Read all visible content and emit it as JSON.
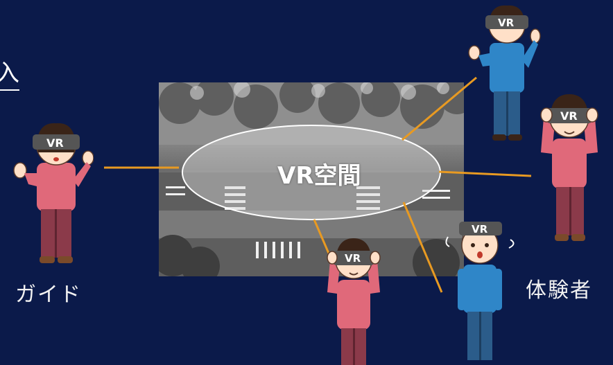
{
  "top_left_text": "入",
  "center": {
    "label": "VR空間"
  },
  "guide": {
    "label": "ガイド",
    "goggle_text": "VR"
  },
  "participants": {
    "label": "体験者",
    "goggle_text": "VR"
  },
  "colors": {
    "background": "#0b1a4a",
    "connector": "#e89a22",
    "ellipse_fill": "#d9d9d9",
    "female_shirt": "#e0697a",
    "female_pants": "#8b3a4a",
    "male_shirt": "#2f86c8",
    "male_pants": "#2b5c8a"
  }
}
